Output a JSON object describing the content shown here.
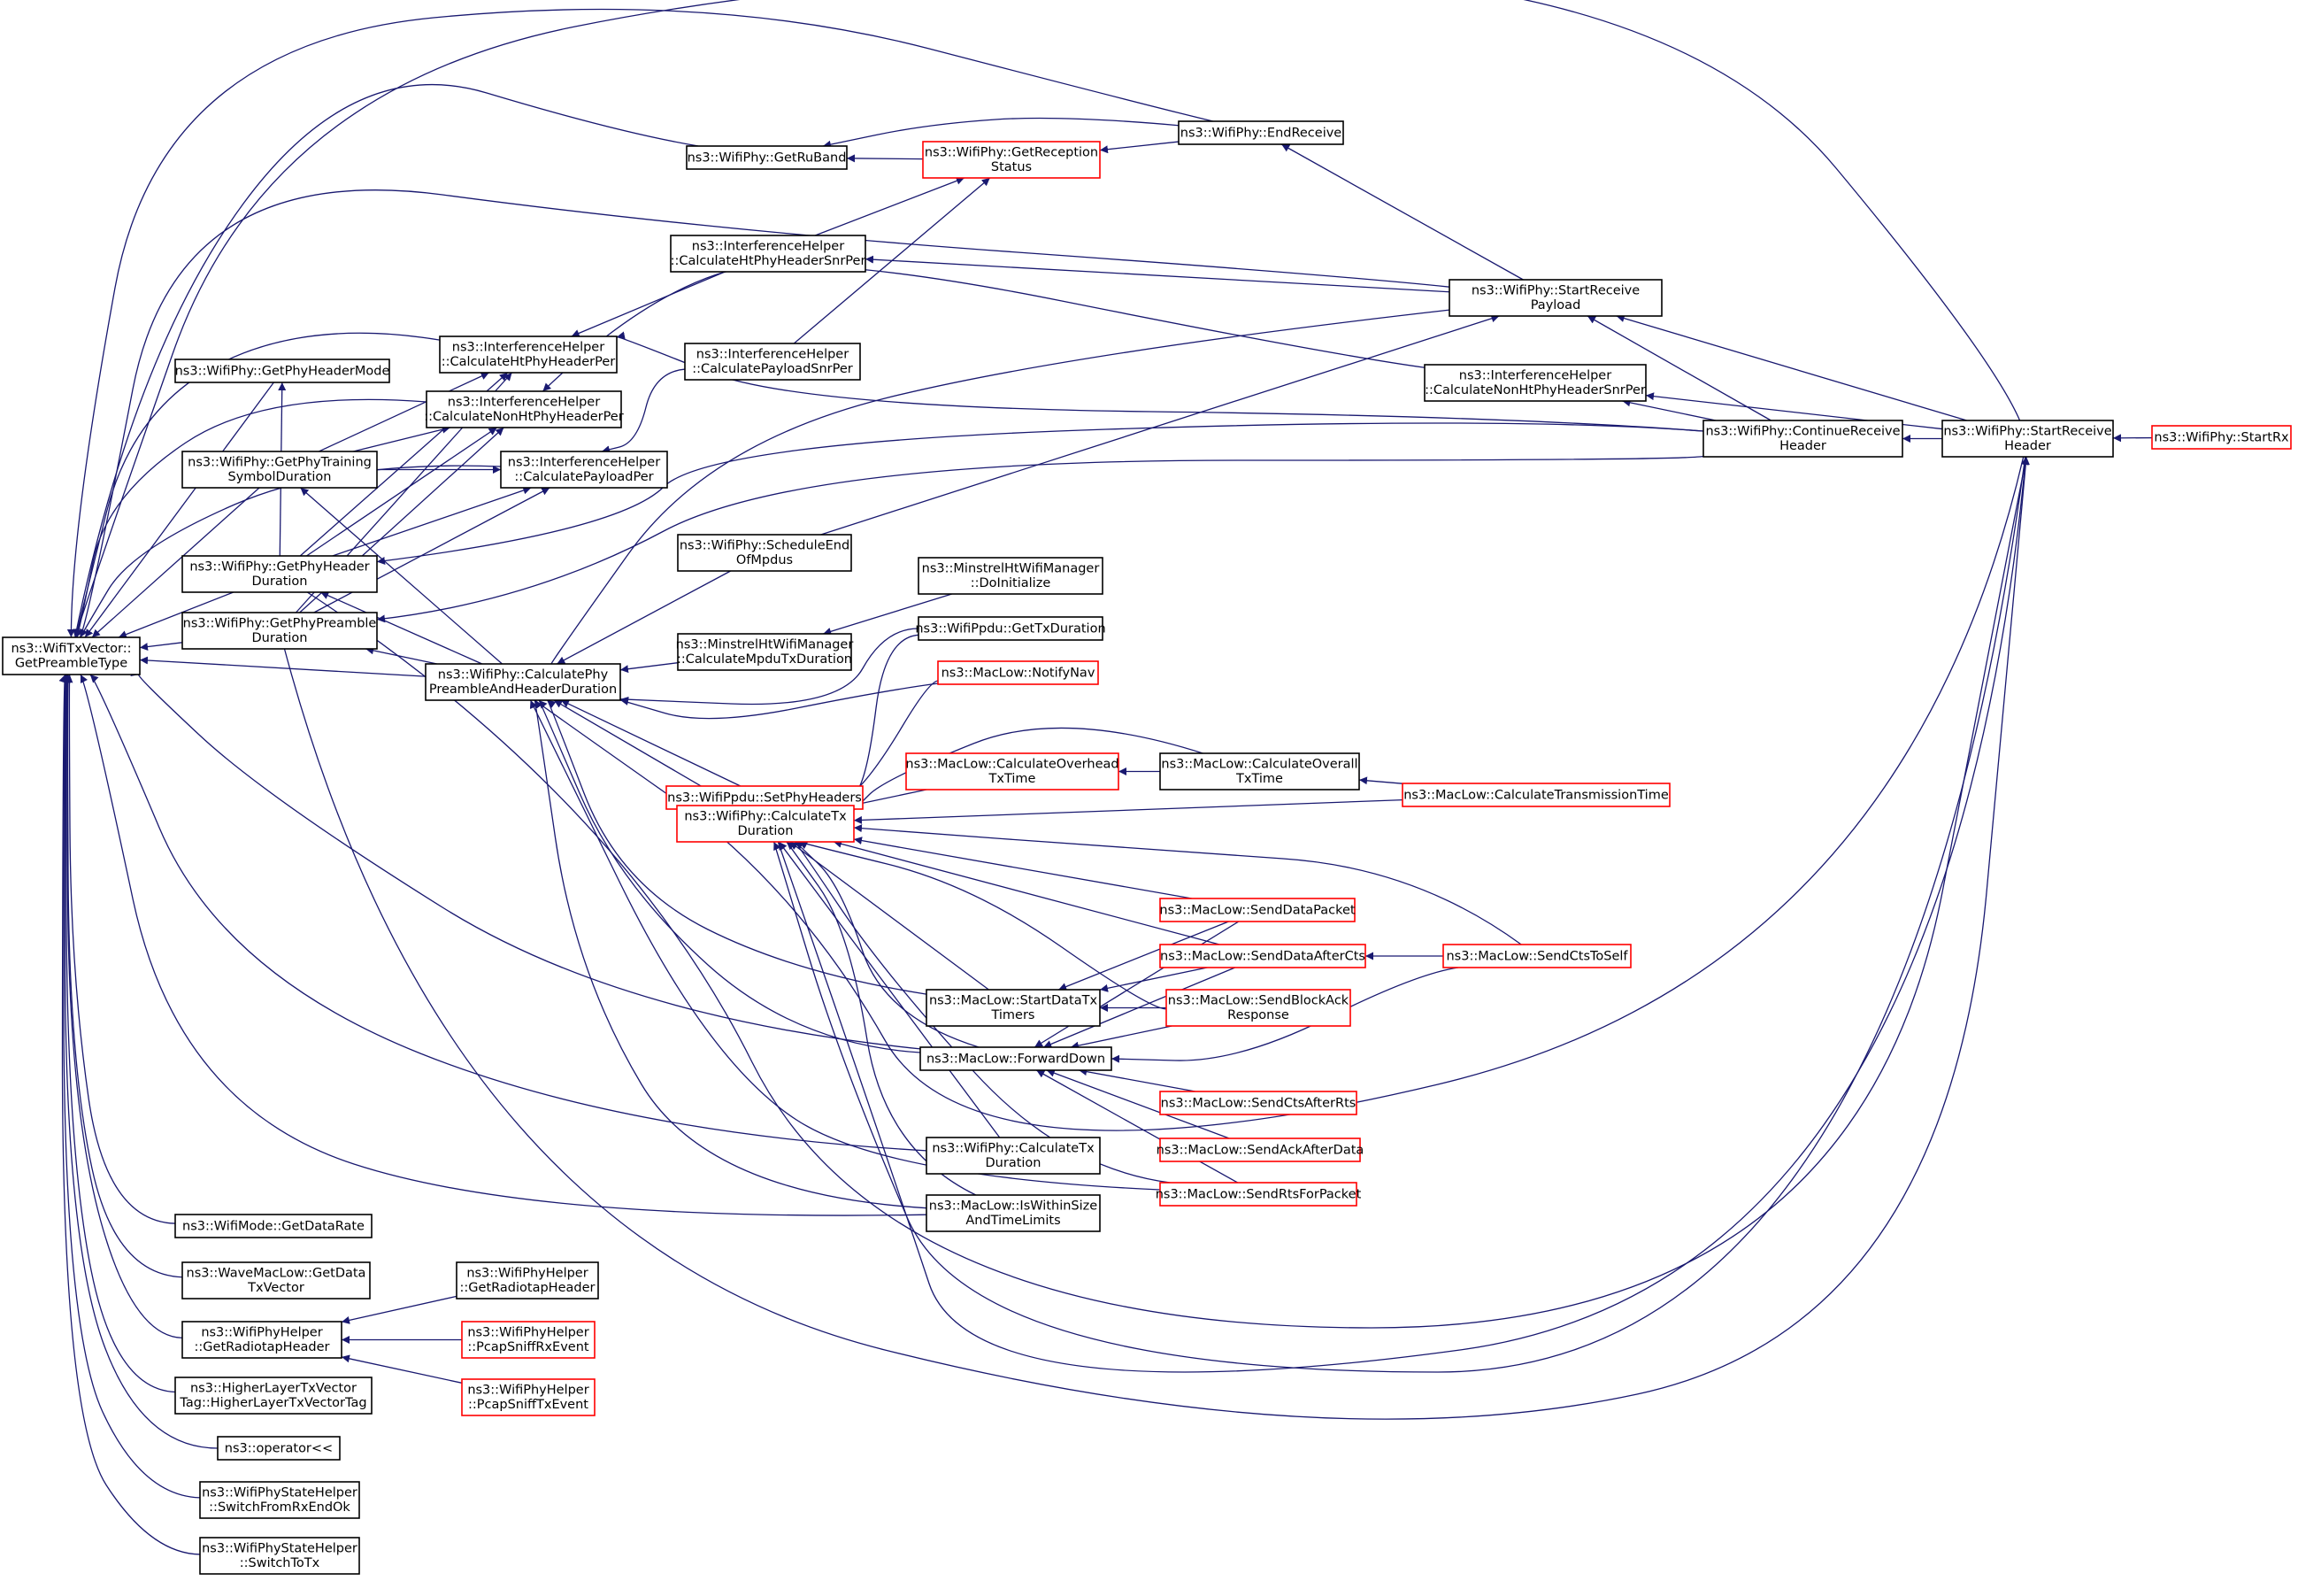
{
  "graph": {
    "colors": {
      "edge": "#191970",
      "node_border": "#000000",
      "node_border_truncated": "#ff0000",
      "root_fill": "#bfbfbf",
      "node_fill": "#ffffff",
      "text": "#000000"
    },
    "nodes": [
      {
        "id": "root",
        "lines": [
          "ns3::WifiTxVector::",
          "GetPreambleType"
        ],
        "root": true,
        "truncated": false
      },
      {
        "id": "getRuBand",
        "lines": [
          "ns3::WifiPhy::GetRuBand"
        ],
        "truncated": false
      },
      {
        "id": "getReceptionStatus",
        "lines": [
          "ns3::WifiPhy::GetReception",
          "Status"
        ],
        "truncated": true
      },
      {
        "id": "endReceive",
        "lines": [
          "ns3::WifiPhy::EndReceive"
        ],
        "truncated": false
      },
      {
        "id": "calcHtSnr",
        "lines": [
          "ns3::InterferenceHelper",
          "::CalculateHtPhyHeaderSnrPer"
        ],
        "truncated": false
      },
      {
        "id": "startRxPayload",
        "lines": [
          "ns3::WifiPhy::StartReceive",
          "Payload"
        ],
        "truncated": false
      },
      {
        "id": "getPhyHeaderMode",
        "lines": [
          "ns3::WifiPhy::GetPhyHeaderMode"
        ],
        "truncated": false
      },
      {
        "id": "calcHtPer",
        "lines": [
          "ns3::InterferenceHelper",
          "::CalculateHtPhyHeaderPer"
        ],
        "truncated": false
      },
      {
        "id": "calcPayloadSnr",
        "lines": [
          "ns3::InterferenceHelper",
          "::CalculatePayloadSnrPer"
        ],
        "truncated": false
      },
      {
        "id": "calcNonHtSnr",
        "lines": [
          "ns3::InterferenceHelper",
          "::CalculateNonHtPhyHeaderSnrPer"
        ],
        "truncated": false
      },
      {
        "id": "calcNonHtPer",
        "lines": [
          "ns3::InterferenceHelper",
          "::CalculateNonHtPhyHeaderPer"
        ],
        "truncated": false
      },
      {
        "id": "getTrainingSym",
        "lines": [
          "ns3::WifiPhy::GetPhyTraining",
          "SymbolDuration"
        ],
        "truncated": false
      },
      {
        "id": "calcPayloadPer",
        "lines": [
          "ns3::InterferenceHelper",
          "::CalculatePayloadPer"
        ],
        "truncated": false
      },
      {
        "id": "continueRxHeader",
        "lines": [
          "ns3::WifiPhy::ContinueReceive",
          "Header"
        ],
        "truncated": false
      },
      {
        "id": "startRxHeader",
        "lines": [
          "ns3::WifiPhy::StartReceive",
          "Header"
        ],
        "truncated": false
      },
      {
        "id": "startRx",
        "lines": [
          "ns3::WifiPhy::StartRx"
        ],
        "truncated": true
      },
      {
        "id": "getHeaderDur",
        "lines": [
          "ns3::WifiPhy::GetPhyHeader",
          "Duration"
        ],
        "truncated": false
      },
      {
        "id": "scheduleEnd",
        "lines": [
          "ns3::WifiPhy::ScheduleEnd",
          "OfMpdus"
        ],
        "truncated": false
      },
      {
        "id": "minstrelInit",
        "lines": [
          "ns3::MinstrelHtWifiManager",
          "::DoInitialize"
        ],
        "truncated": false
      },
      {
        "id": "getPreambleDur",
        "lines": [
          "ns3::WifiPhy::GetPhyPreamble",
          "Duration"
        ],
        "truncated": false
      },
      {
        "id": "minstrelMpdu",
        "lines": [
          "ns3::MinstrelHtWifiManager",
          "::CalculateMpduTxDuration"
        ],
        "truncated": false
      },
      {
        "id": "ppduGetTx",
        "lines": [
          "ns3::WifiPpdu::GetTxDuration"
        ],
        "truncated": false
      },
      {
        "id": "calcPreambleHeader",
        "lines": [
          "ns3::WifiPhy::CalculatePhy",
          "PreambleAndHeaderDuration"
        ],
        "truncated": false
      },
      {
        "id": "notifyNav",
        "lines": [
          "ns3::MacLow::NotifyNav"
        ],
        "truncated": true
      },
      {
        "id": "calcOverhead",
        "lines": [
          "ns3::MacLow::CalculateOverhead",
          "TxTime"
        ],
        "truncated": true
      },
      {
        "id": "calcOverall",
        "lines": [
          "ns3::MacLow::CalculateOverall",
          "TxTime"
        ],
        "truncated": false
      },
      {
        "id": "calcTransmission",
        "lines": [
          "ns3::MacLow::CalculateTransmissionTime"
        ],
        "truncated": true
      },
      {
        "id": "setPhyHeaders",
        "lines": [
          "ns3::WifiPpdu::SetPhyHeaders"
        ],
        "truncated": true
      },
      {
        "id": "calcTxDurRed",
        "lines": [
          "ns3::WifiPhy::CalculateTx",
          "Duration"
        ],
        "truncated": true
      },
      {
        "id": "sendDataPacket",
        "lines": [
          "ns3::MacLow::SendDataPacket"
        ],
        "truncated": true
      },
      {
        "id": "sendDataAfterCts",
        "lines": [
          "ns3::MacLow::SendDataAfterCts"
        ],
        "truncated": true
      },
      {
        "id": "sendCtsToSelf",
        "lines": [
          "ns3::MacLow::SendCtsToSelf"
        ],
        "truncated": true
      },
      {
        "id": "startDataTx",
        "lines": [
          "ns3::MacLow::StartDataTx",
          "Timers"
        ],
        "truncated": false
      },
      {
        "id": "sendBlockAck",
        "lines": [
          "ns3::MacLow::SendBlockAck",
          "Response"
        ],
        "truncated": true
      },
      {
        "id": "forwardDown",
        "lines": [
          "ns3::MacLow::ForwardDown"
        ],
        "truncated": false
      },
      {
        "id": "sendCtsAfterRts",
        "lines": [
          "ns3::MacLow::SendCtsAfterRts"
        ],
        "truncated": true
      },
      {
        "id": "sendAckAfterData",
        "lines": [
          "ns3::MacLow::SendAckAfterData"
        ],
        "truncated": true
      },
      {
        "id": "calcTxDurBlack",
        "lines": [
          "ns3::WifiPhy::CalculateTx",
          "Duration"
        ],
        "truncated": false
      },
      {
        "id": "sendRts",
        "lines": [
          "ns3::MacLow::SendRtsForPacket"
        ],
        "truncated": true
      },
      {
        "id": "isWithinSize",
        "lines": [
          "ns3::MacLow::IsWithinSize",
          "AndTimeLimits"
        ],
        "truncated": false
      },
      {
        "id": "getDataRate",
        "lines": [
          "ns3::WifiMode::GetDataRate"
        ],
        "truncated": false
      },
      {
        "id": "waveGetData",
        "lines": [
          "ns3::WaveMacLow::GetData",
          "TxVector"
        ],
        "truncated": false
      },
      {
        "id": "helperGetRadiotap2",
        "lines": [
          "ns3::WifiPhyHelper",
          "::GetRadiotapHeader"
        ],
        "truncated": false
      },
      {
        "id": "helperGetRadiotap",
        "lines": [
          "ns3::WifiPhyHelper",
          "::GetRadiotapHeader"
        ],
        "truncated": false
      },
      {
        "id": "pcapRx",
        "lines": [
          "ns3::WifiPhyHelper",
          "::PcapSniffRxEvent"
        ],
        "truncated": true
      },
      {
        "id": "pcapTx",
        "lines": [
          "ns3::WifiPhyHelper",
          "::PcapSniffTxEvent"
        ],
        "truncated": true
      },
      {
        "id": "higherLayer",
        "lines": [
          "ns3::HigherLayerTxVector",
          "Tag::HigherLayerTxVectorTag"
        ],
        "truncated": false
      },
      {
        "id": "operatorLt",
        "lines": [
          "ns3::operator<<"
        ],
        "truncated": false
      },
      {
        "id": "switchFromRx",
        "lines": [
          "ns3::WifiPhyStateHelper",
          "::SwitchFromRxEndOk"
        ],
        "truncated": false
      },
      {
        "id": "switchToTx",
        "lines": [
          "ns3::WifiPhyStateHelper",
          "::SwitchToTx"
        ],
        "truncated": false
      }
    ]
  }
}
